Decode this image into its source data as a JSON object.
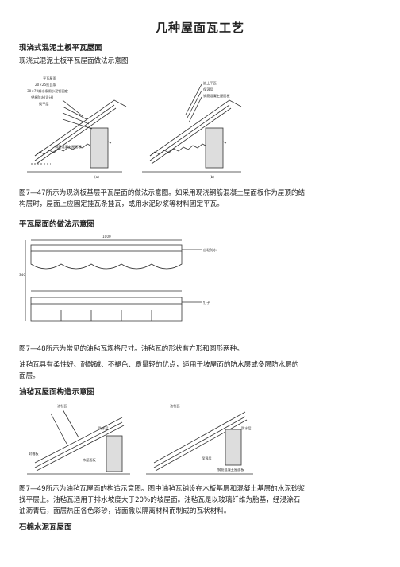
{
  "document": {
    "title": "几种屋面瓦工艺",
    "sections": [
      {
        "heading": "现浇式混泥土板平瓦屋面",
        "subheading": "现浇式混泥土板平瓦屋面做法示意图",
        "figure_a_labels": [
          "平瓦屋面",
          "20×25挂瓦条",
          "30×70顺水条用水泥钉固定",
          "望板防水(设计)",
          "找平层",
          "钢筋混凝土屋面板",
          "(a)"
        ],
        "figure_b_labels": [
          "嵌土平瓦",
          "保温层",
          "钢筋混凝土屋面板",
          "(b)"
        ],
        "caption_lines": [
          "图7—47所示为现浇板基层平瓦屋面的做法示意图。如采用现浇钢筋混凝土屋面板作为屋顶的结",
          "构层时，屋面上应固定挂瓦条挂瓦，或用水泥砂浆等材料固定平瓦。"
        ]
      },
      {
        "heading": "平瓦屋面的做法示意图",
        "figure_labels": [
          "1000",
          "340",
          "自粘防水",
          "钉子"
        ],
        "caption_lines": [
          "图7—48所示为常见的油毡瓦规格尺寸。油毡瓦的形状有方形和圆形两种。"
        ],
        "paragraph_lines": [
          "油毡瓦具有柔性好、耐酸碱、不褪色、质量轻的优点，适用于坡屋面的防水层或多层防水层的",
          "面层。"
        ]
      },
      {
        "heading": "油毡瓦屋面构造示意图",
        "figure_a_labels": [
          "油毡瓦",
          "防水层",
          "木屋面板",
          "封檐板"
        ],
        "figure_b_labels": [
          "油毡瓦",
          "防水层",
          "保温层",
          "钢筋混凝土屋面板"
        ],
        "caption_lines": [
          "图7—49所示为油毡瓦屋面的构造示意图。图中油毡瓦铺设在木板基层和混凝土基层的水泥砂浆",
          "找平层上。油毡瓦适用于排水坡度大于20%的坡屋面。油毡瓦是以玻璃纤维为胎基，经浸涂石",
          "油沥青后，面层热压各色彩砂，背面撒以隔离材料而制成的瓦状材料。"
        ]
      },
      {
        "heading": "石棉水泥瓦屋面"
      }
    ]
  }
}
